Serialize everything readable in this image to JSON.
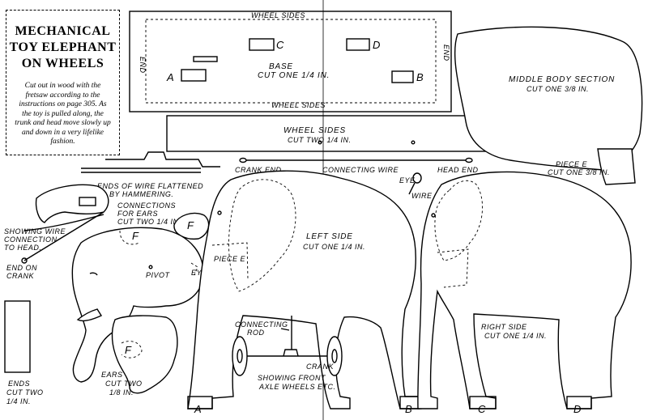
{
  "title": "MECHANICAL TOY ELEPHANT ON WHEELS",
  "description": "Cut out in wood with the fretsaw according to the instructions on page 305. As the toy is pulled along, the trunk and head move slowly up and down in a very lifelike fashion.",
  "base": {
    "wheel_sides_top": "WHEEL SIDES",
    "wheel_sides_bottom": "WHEEL SIDES",
    "end_left": "END",
    "end_right": "END",
    "label": "BASE",
    "cut": "CUT ONE 1/4 IN.",
    "marks": [
      "A",
      "B",
      "C",
      "D"
    ]
  },
  "wheel_sides_piece": {
    "label": "WHEEL SIDES",
    "cut": "CUT TWO 1/4 IN."
  },
  "middle_body": {
    "label": "MIDDLE BODY SECTION",
    "cut": "CUT ONE 3/8 IN."
  },
  "piece_e": {
    "label": "PIECE E",
    "cut": "CUT ONE 3/8 IN."
  },
  "wire": {
    "crank_end": "CRANK END",
    "connecting_wire": "CONNECTING WIRE",
    "head_end": "HEAD END",
    "eye": "EYE",
    "wire": "WIRE",
    "flattened": "ENDS OF WIRE FLATTENED BY HAMMERING."
  },
  "head_notes": {
    "connections": "CONNECTIONS FOR EARS CUT TWO 1/4 IN.",
    "f_piece": "F",
    "showing_wire": "SHOWING WIRE CONNECTION TO HEAD.",
    "end_on_crank": "END ON CRANK",
    "pivot": "PIVOT",
    "eye": "EYE",
    "head_f": "F"
  },
  "ears": {
    "label": "EARS",
    "cut": "CUT TWO 1/8 IN.",
    "f": "F"
  },
  "ends": {
    "label": "ENDS",
    "cut": "CUT TWO 1/4 IN."
  },
  "left_side": {
    "label": "LEFT SIDE",
    "cut": "CUT ONE 1/4 IN.",
    "piece_e": "PIECE E"
  },
  "right_side": {
    "label": "RIGHT SIDE",
    "cut": "CUT ONE 1/4 IN."
  },
  "axle": {
    "connecting_rod": "CONNECTING ROD",
    "crank": "CRANK",
    "showing": "SHOWING FRONT AXLE WHEELS ETC."
  },
  "foot_labels": [
    "A",
    "B",
    "C",
    "D"
  ]
}
